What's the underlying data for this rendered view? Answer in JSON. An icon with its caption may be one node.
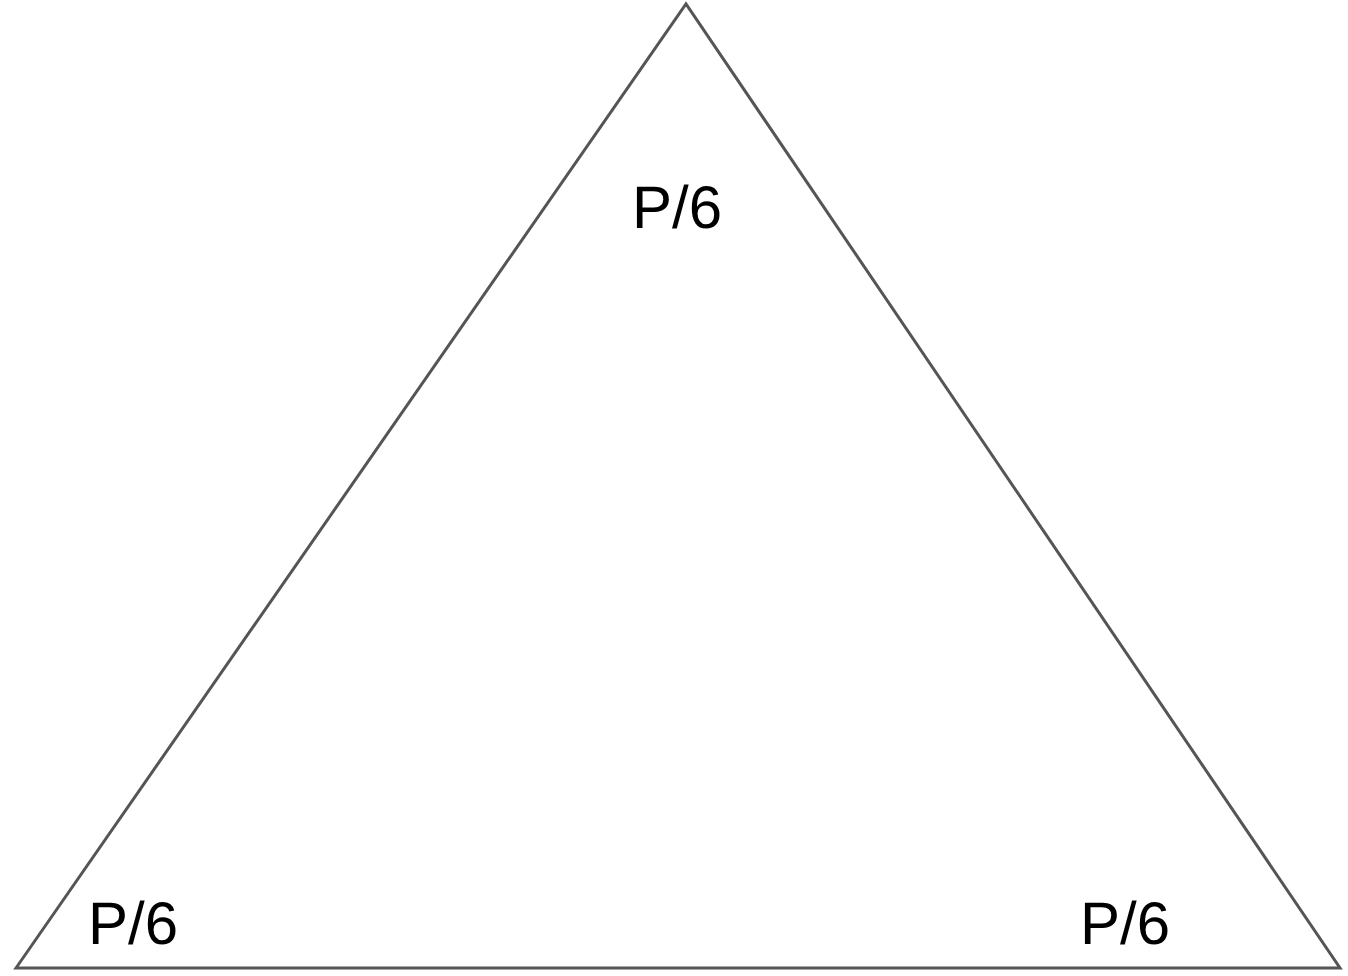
{
  "diagram": {
    "nodes": [
      {
        "text": [
          "P/6",
          "P/6",
          "P/6"
        ]
      }
    ]
  }
}
